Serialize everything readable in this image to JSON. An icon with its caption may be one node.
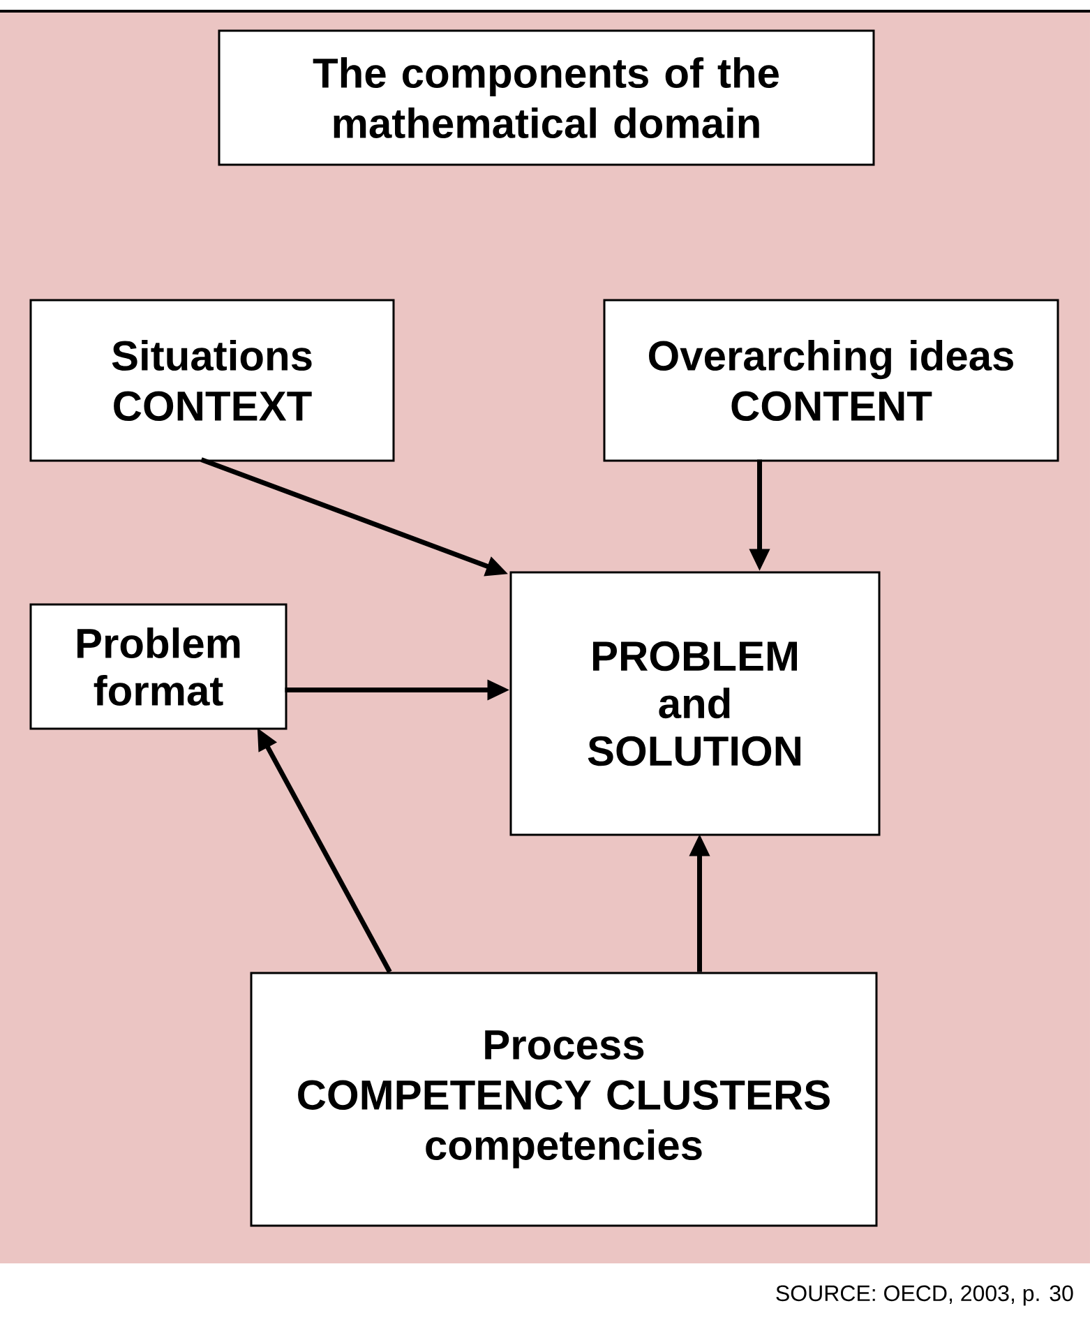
{
  "diagram": {
    "title": "The components of the mathematical domain",
    "nodes": [
      {
        "text": [
          "Situations",
          "CONTEXT"
        ]
      },
      {
        "text": [
          "Overarching ideas",
          "CONTENT"
        ]
      },
      {
        "text": [
          "Problem format"
        ]
      },
      {
        "text": [
          "PROBLEM and SOLUTION"
        ]
      },
      {
        "text": [
          "Process",
          "COMPETENCY CLUSTERS",
          "competencies"
        ]
      }
    ],
    "edges": [
      {
        "from": 0,
        "to": 3,
        "arrow": "to"
      },
      {
        "from": 1,
        "to": 3,
        "arrow": "to"
      },
      {
        "from": 2,
        "to": 3,
        "arrow": "to"
      },
      {
        "from": 4,
        "to": 2,
        "arrow": "to"
      },
      {
        "from": 4,
        "to": 3,
        "arrow": "to"
      }
    ],
    "labels": [
      "SOURCE: OECD, 2003, p. 30"
    ]
  }
}
